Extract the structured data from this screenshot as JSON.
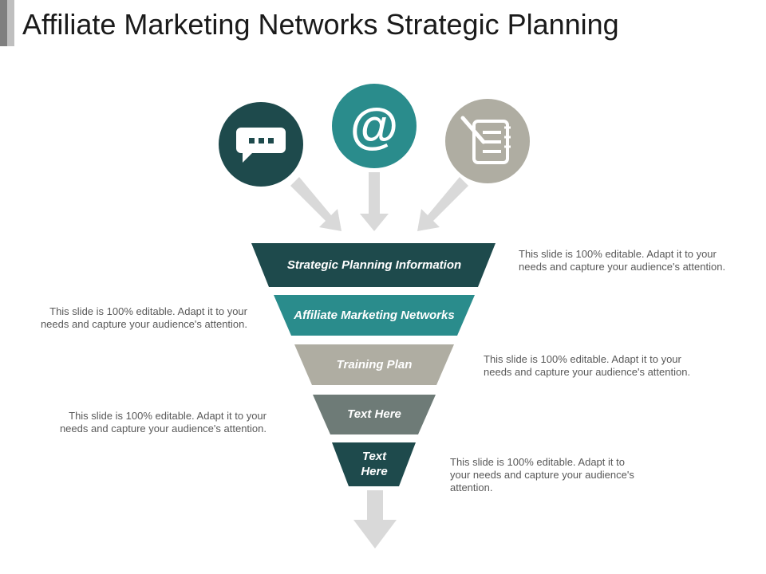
{
  "title": "Affiliate Marketing Networks Strategic Planning",
  "icons": [
    {
      "name": "chat-bubble-icon",
      "color": "#1e4a4c"
    },
    {
      "name": "at-sign-icon",
      "color": "#2a8c8c",
      "glyph": "@"
    },
    {
      "name": "notebook-icon",
      "color": "#afada2"
    }
  ],
  "funnel": [
    {
      "label": "Strategic Planning Information",
      "color": "#1e4a4c"
    },
    {
      "label": "Affiliate Marketing Networks",
      "color": "#2a8c8c"
    },
    {
      "label": "Training Plan",
      "color": "#afada2"
    },
    {
      "label": "Text Here",
      "color": "#6e7b77"
    },
    {
      "label_line1": "Text",
      "label_line2": "Here",
      "color": "#1e4a4c"
    }
  ],
  "descriptions": [
    {
      "text": "This slide is 100% editable. Adapt it to your needs and capture your audience's attention."
    },
    {
      "text": "This slide is 100% editable. Adapt it to your needs and capture your audience's attention."
    },
    {
      "text": "This slide is 100% editable. Adapt it to your needs and capture your audience's attention."
    },
    {
      "text": "This slide is 100% editable. Adapt it to your needs and capture your audience's attention."
    },
    {
      "text": "This slide is 100% editable. Adapt it to your needs and capture your audience's attention."
    }
  ]
}
